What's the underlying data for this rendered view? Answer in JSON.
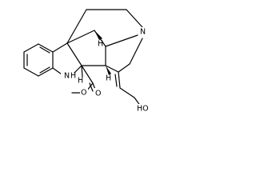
{
  "structure": {
    "atoms": {
      "N_amine": "N",
      "NH_indoline": "N",
      "H_indoline_nh": "H",
      "H_bridge_top": "H",
      "H_ring_mid": "H",
      "H_c2": "H",
      "O_methoxy": "O",
      "O_carbonyl": "O",
      "OH": "HO"
    },
    "colors": {
      "bond": "#000000",
      "background": "#ffffff"
    }
  }
}
